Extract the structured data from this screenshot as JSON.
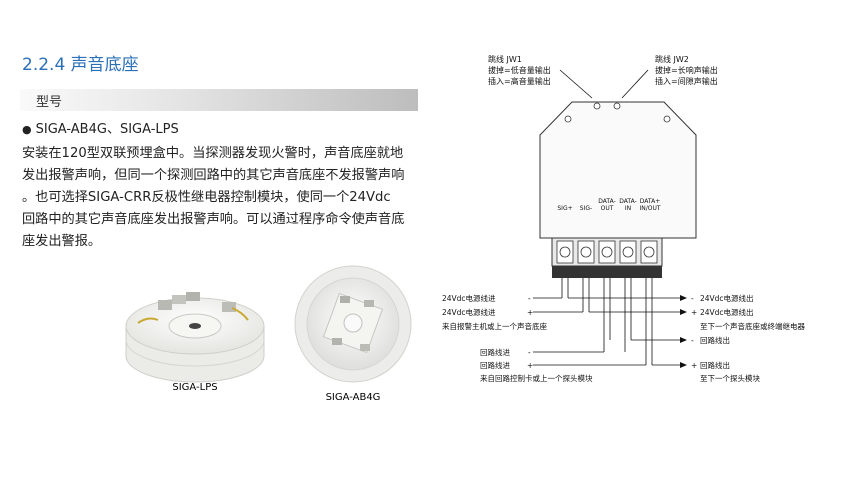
{
  "section": {
    "title": "2.2.4 声音底座",
    "bar_label": "型号"
  },
  "models": {
    "bullet": "●",
    "text": "SIGA-AB4G、SIGA-LPS"
  },
  "description": {
    "lines": [
      "安装在120型双联预埋盒中。当探测器发现火警时，声音底座就地",
      "发出报警声响，但同一个探测回路中的其它声音底座不发报警声响",
      "。也可选择SIGA-CRR反极性继电器控制模块，使同一个24Vdc",
      "回路中的其它声音底座发出报警声响。可以通过程序命令使声音底",
      "座发出警报。"
    ]
  },
  "photos": {
    "left_caption": "SIGA-LPS",
    "right_caption": "SIGA-AB4G"
  },
  "diagram": {
    "jw1": {
      "title": "跳线 JW1",
      "line1": "拔掉=低音量输出",
      "line2": "插入=高音量输出"
    },
    "jw2": {
      "title": "跳线 JW2",
      "line1": "拔掉=长响声输出",
      "line2": "插入=间隙声输出"
    },
    "terminals": {
      "t1": "SIG+",
      "t2": "SIG-",
      "t3a": "DATA-",
      "t3b": "OUT",
      "t4a": "DATA-",
      "t4b": "IN",
      "t5a": "DATA+",
      "t5b": "IN/OUT"
    },
    "left": {
      "in_minus": "24Vdc电源线进",
      "in_plus": "24Vdc电源线进",
      "from_panel": "来自报警主机或上一个声音底座",
      "loop_minus": "回路线进",
      "loop_plus": "回路线进",
      "from_loop": "来自回路控制卡或上一个探头模块"
    },
    "right": {
      "out_minus": "24Vdc电源线出",
      "out_plus": "24Vdc电源线出",
      "to_next": "至下一个声音底座或终端继电器",
      "loop_minus": "回路线出",
      "loop_plus": "回路线出",
      "to_next_probe": "至下一个探头模块"
    },
    "signs": {
      "minus": "-",
      "plus": "+"
    }
  }
}
